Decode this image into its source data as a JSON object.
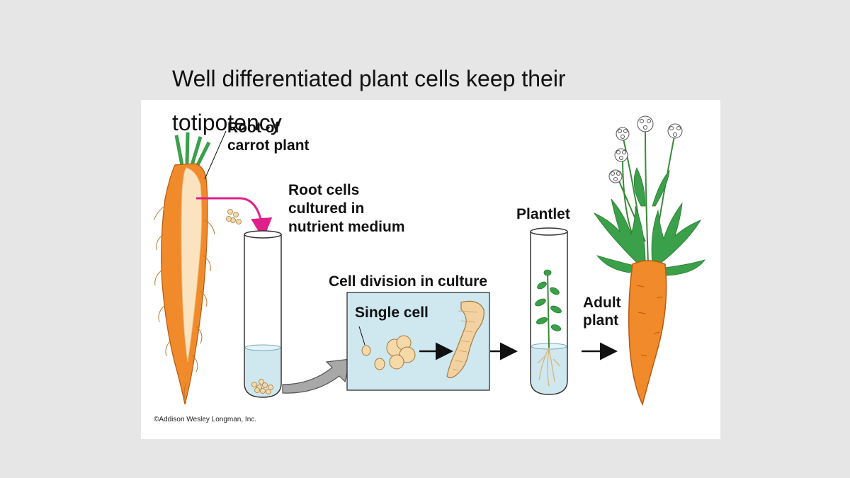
{
  "slide": {
    "title": "Well differentiated plant cells keep their totipotency"
  },
  "diagram": {
    "labels": {
      "root_line1": "Root of",
      "root_line2": "carrot plant",
      "cultured_line1": "Root cells",
      "cultured_line2": "cultured in",
      "cultured_line3": "nutrient medium",
      "division": "Cell division in culture",
      "single_cell": "Single cell",
      "plantlet": "Plantlet",
      "adult_line1": "Adult",
      "adult_line2": "plant"
    },
    "credit": "©Addison Wesley Longman, Inc.",
    "colors": {
      "carrot": "#f08a2a",
      "root_core": "#fbe3bf",
      "leaf": "#3aa04a",
      "culture_box": "#cfe8ef",
      "pointer_arrow": "#e0208a",
      "cells": "#f5d9a8"
    }
  }
}
